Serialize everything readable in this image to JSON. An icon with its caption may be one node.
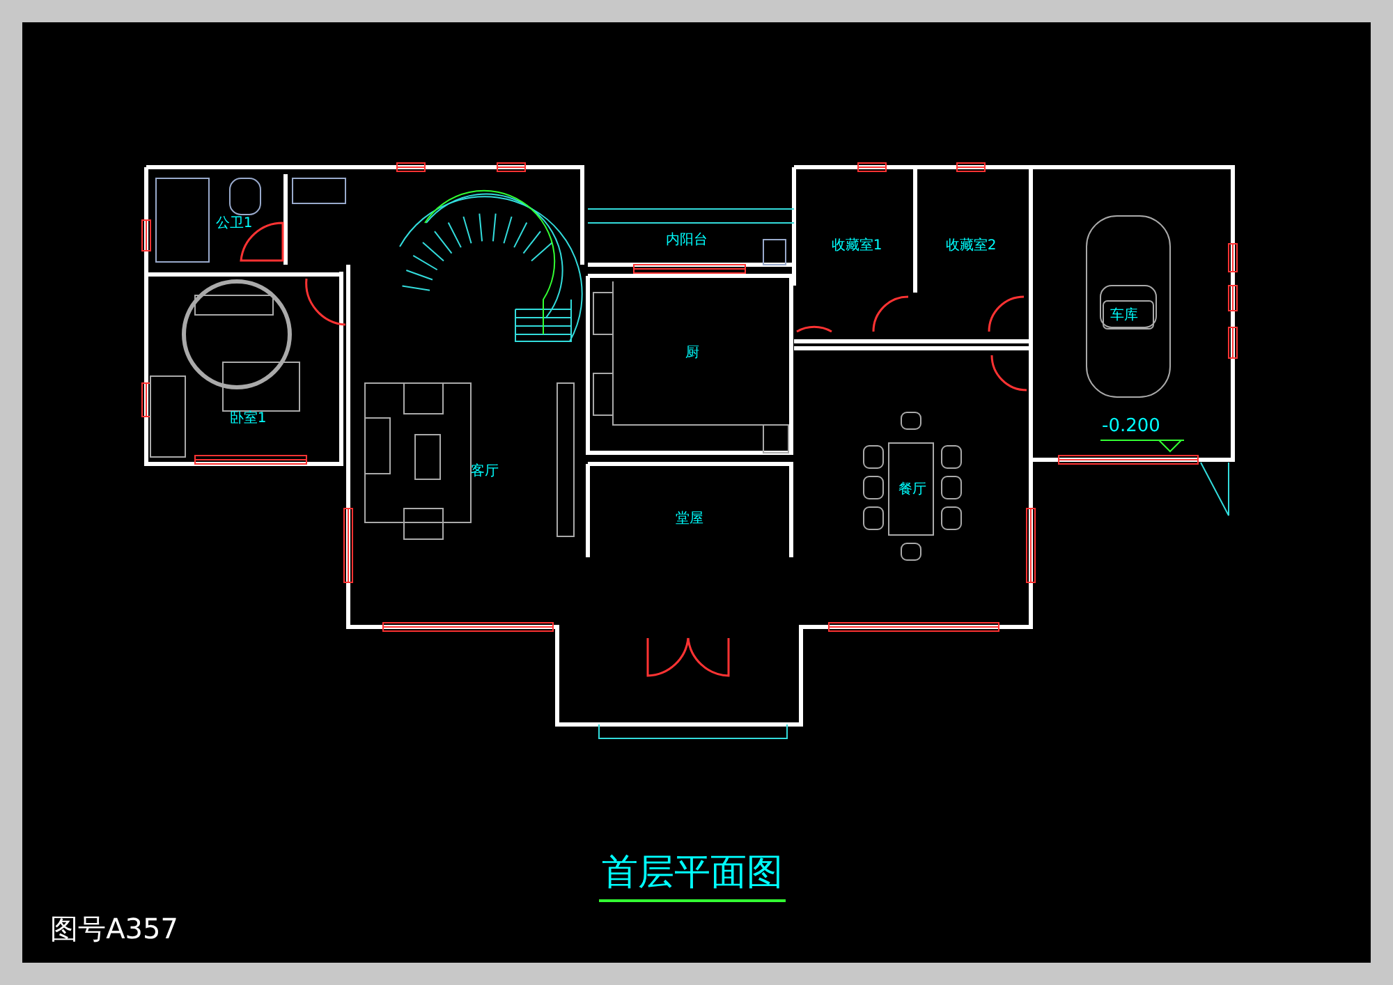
{
  "diagram": {
    "title": "首层平面图",
    "labels": [
      "公卫1",
      "内阳台",
      "收藏室1",
      "收藏室2",
      "厨",
      "车库",
      "卧室1",
      "-0.200",
      "客厅",
      "餐厅",
      "堂屋",
      "图号A357"
    ]
  }
}
